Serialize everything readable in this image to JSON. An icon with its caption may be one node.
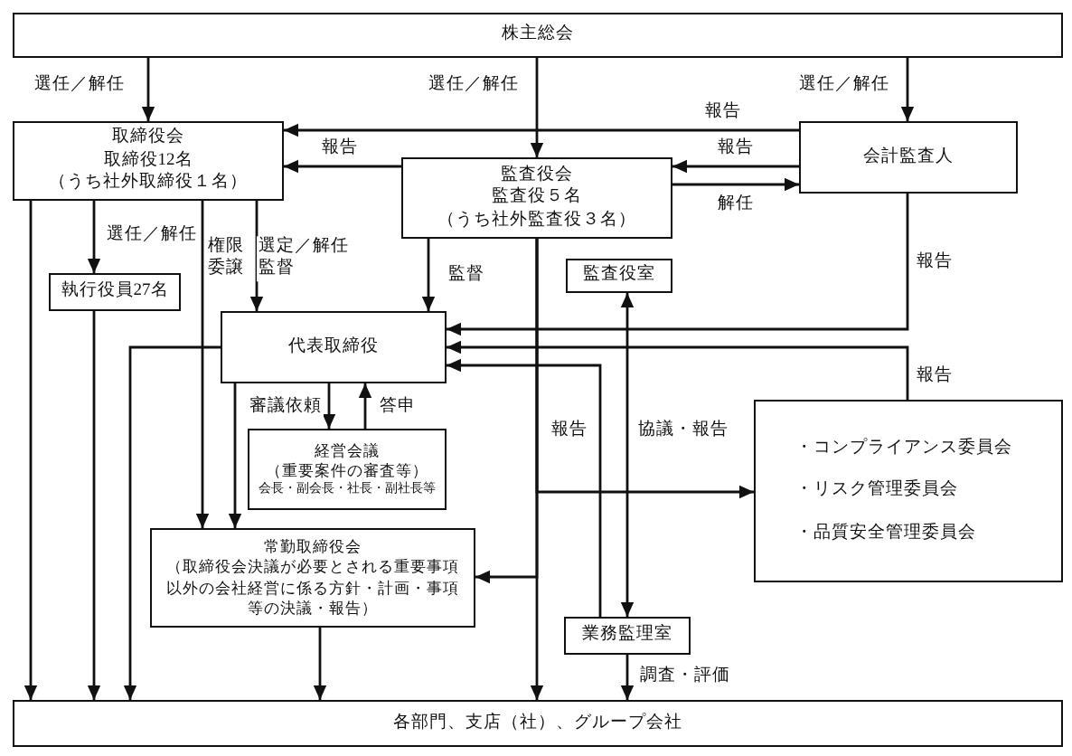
{
  "diagram": {
    "nodes": [
      {
        "text": [
          "株主総会"
        ]
      },
      {
        "text": [
          "取締役会",
          "取締役12名",
          "（うち社外取締役１名）"
        ]
      },
      {
        "text": [
          "監査役会",
          "監査役５名",
          "（うち社外監査役３名）"
        ]
      },
      {
        "text": [
          "会計監査人"
        ]
      },
      {
        "text": [
          "執行役員27名"
        ]
      },
      {
        "text": [
          "代表取締役"
        ]
      },
      {
        "text": [
          "監査役室"
        ]
      },
      {
        "text": [
          "経営会議",
          "（重要案件の審査等）",
          "会長・副会長・社長・副社長等"
        ]
      },
      {
        "text": [
          "・コンプライアンス委員会",
          "・リスク管理委員会",
          "・品質安全管理委員会"
        ]
      },
      {
        "text": [
          "常勤取締役会",
          "（取締役会決議が必要とされる重要事項以外の会社経営に係る方針・計画・事項等の決議・報告）"
        ]
      },
      {
        "text": [
          "業務監理室"
        ]
      },
      {
        "text": [
          "各部門、支店（社）、グループ会社"
        ]
      }
    ],
    "edges": [
      {
        "from": 0,
        "to": 1,
        "arrow": "to",
        "label": "選任／解任"
      },
      {
        "from": 0,
        "to": 2,
        "arrow": "to",
        "label": "選任／解任"
      },
      {
        "from": 0,
        "to": 3,
        "arrow": "to",
        "label": "選任／解任"
      },
      {
        "from": 3,
        "to": 1,
        "arrow": "to",
        "label": "報告"
      },
      {
        "from": 2,
        "to": 1,
        "arrow": "to",
        "label": "報告"
      },
      {
        "from": 3,
        "to": 2,
        "arrow": "to",
        "label": "報告"
      },
      {
        "from": 2,
        "to": 3,
        "arrow": "to",
        "label": "解任"
      },
      {
        "from": 1,
        "to": 4,
        "arrow": "to",
        "label": "選任／解任"
      },
      {
        "from": 1,
        "to": 9,
        "arrow": "to",
        "label": "権限委譲"
      },
      {
        "from": 1,
        "to": 5,
        "arrow": "to",
        "label": "選定／解任監督"
      },
      {
        "from": 2,
        "to": 5,
        "arrow": "to",
        "label": "監督"
      },
      {
        "from": 5,
        "to": 7,
        "arrow": "to",
        "label": "審議依頼"
      },
      {
        "from": 7,
        "to": 5,
        "arrow": "to",
        "label": "答申"
      },
      {
        "from": 1,
        "to": 11,
        "arrow": "to"
      },
      {
        "from": 4,
        "to": 11,
        "arrow": "to"
      },
      {
        "from": 5,
        "to": 11,
        "arrow": "to"
      },
      {
        "from": 5,
        "to": 9,
        "arrow": "to"
      },
      {
        "from": 9,
        "to": 11,
        "arrow": "to"
      },
      {
        "from": 3,
        "to": 5,
        "arrow": "to",
        "label": "報告"
      },
      {
        "from": 8,
        "to": 5,
        "arrow": "to",
        "label": "報告"
      },
      {
        "from": 10,
        "to": 5,
        "arrow": "to",
        "label": "報告"
      },
      {
        "from": 2,
        "to": 8,
        "arrow": "to"
      },
      {
        "from": 2,
        "to": 9,
        "arrow": "to"
      },
      {
        "from": 2,
        "to": 11,
        "arrow": "to"
      },
      {
        "from": 6,
        "to": 10,
        "arrow": "both",
        "label": "協議・報告"
      },
      {
        "from": 10,
        "to": 11,
        "arrow": "to",
        "label": "調査・評価"
      }
    ]
  }
}
